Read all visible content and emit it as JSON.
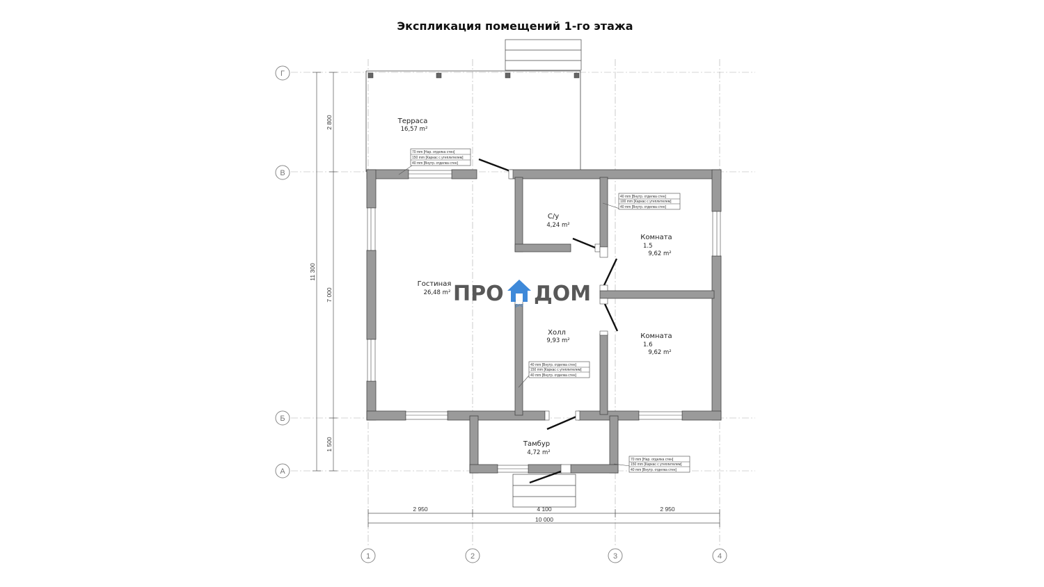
{
  "title": "Экспликация помещений 1-го этажа",
  "logo": {
    "left": "ПРО",
    "right": "ДОМ",
    "sub": "pro",
    "accent": "#2e7fd6"
  },
  "axes": {
    "letters": [
      "Г",
      "В",
      "Б",
      "А"
    ],
    "numbers": [
      "1",
      "2",
      "3",
      "4"
    ]
  },
  "rooms": {
    "terrace": {
      "name": "Терраса",
      "area": "16,57 m²"
    },
    "bathroom": {
      "name": "С/у",
      "area": "4,24 m²"
    },
    "room15": {
      "name": "Комната",
      "num": "1.5",
      "area": "9,62 m²"
    },
    "living": {
      "name": "Гостиная",
      "area": "26,48 m²"
    },
    "hall": {
      "name": "Холл",
      "area": "9,93 m²"
    },
    "room16": {
      "name": "Комната",
      "num": "1.6",
      "area": "9,62 m²"
    },
    "vestibule": {
      "name": "Тамбур",
      "area": "4,72 m²"
    }
  },
  "dimensions": {
    "vertical": [
      "2 800",
      "7 000",
      "1 500",
      "11 300"
    ],
    "horizontal": [
      "2 950",
      "4 100",
      "2 950",
      "10 000"
    ]
  },
  "wall_tags": [
    {
      "lines": [
        "70 mm  [Нар. отделка стен]",
        "150 mm  [Каркас с утеплителем]",
        "40 mm  [Внутр. отделка стен]"
      ]
    },
    {
      "lines": [
        "40 mm  [Внутр. отделка стен]",
        "100 mm  [Каркас с утеплителем]",
        "40 mm  [Внутр. отделка стен]"
      ]
    },
    {
      "lines": [
        "40 mm  [Внутр. отделка стен]",
        "150 mm  [Каркас с утеплителем]",
        "40 mm  [Внутр. отделка стен]"
      ]
    },
    {
      "lines": [
        "70 mm  [Нар. отделка стен]",
        "150 mm  [Каркас с утеплителем]",
        "40 mm  [Внутр. отделка стен]"
      ]
    }
  ],
  "colors": {
    "wall_fill": "#9a9a9a",
    "wall_stroke": "#444444",
    "axis_line": "#aaaaaa"
  }
}
